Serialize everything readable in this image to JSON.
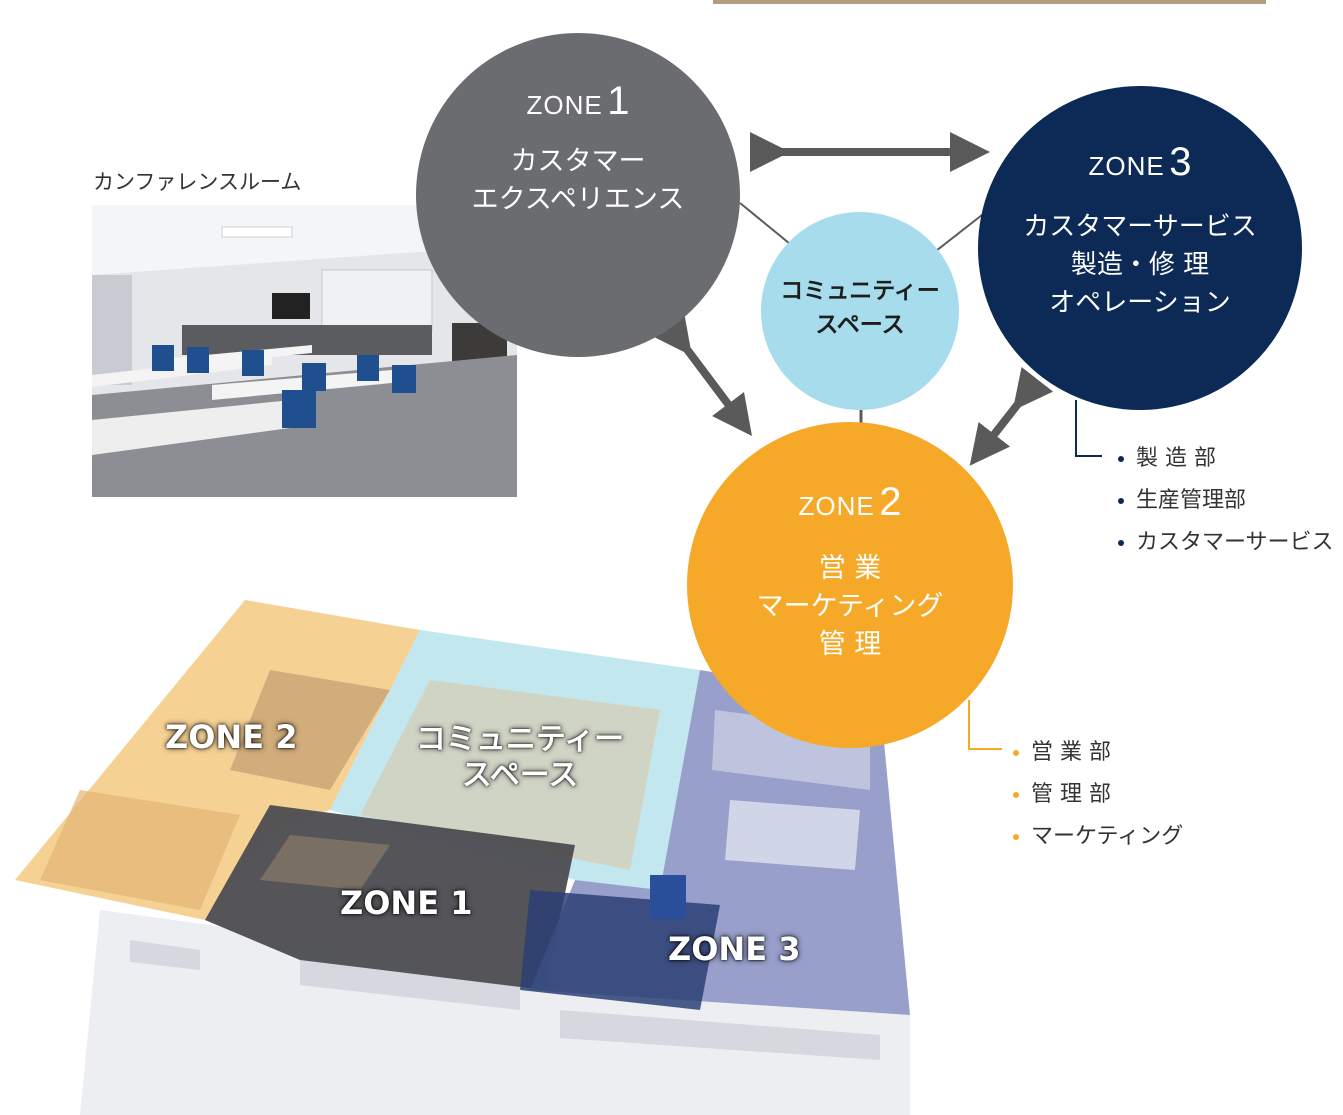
{
  "colors": {
    "zone1": "#6b6c70",
    "zone2": "#f6a929",
    "zone3": "#0c2a55",
    "community": "#a6dcec",
    "connector_arrow": "#5a5a5a",
    "zone2_dept_dot": "#f6a929",
    "zone3_dept_dot": "#0c2a55"
  },
  "photo": {
    "caption": "カンファレンスルーム"
  },
  "zones": {
    "zone1": {
      "word": "ZONE",
      "num": "1",
      "lines": [
        "カスタマー",
        "エクスペリエンス"
      ]
    },
    "zone2": {
      "word": "ZONE",
      "num": "2",
      "lines": [
        "営 業",
        "マーケティング",
        "管 理"
      ]
    },
    "zone3": {
      "word": "ZONE",
      "num": "3",
      "lines": [
        "カスタマーサービス",
        "製造・修 理",
        "オペレーション"
      ]
    },
    "community": {
      "lines": [
        "コミュニティー",
        "スペース"
      ]
    }
  },
  "departments": {
    "zone3": [
      "製 造 部",
      "生産管理部",
      "カスタマーサービス"
    ],
    "zone2": [
      "営 業 部",
      "管 理 部",
      "マーケティング"
    ]
  },
  "floor_plan": {
    "zone2_label": "ZONE 2",
    "community_label": [
      "コミュニティー",
      "スペース"
    ],
    "zone1_label": "ZONE 1",
    "zone3_label": "ZONE 3"
  }
}
